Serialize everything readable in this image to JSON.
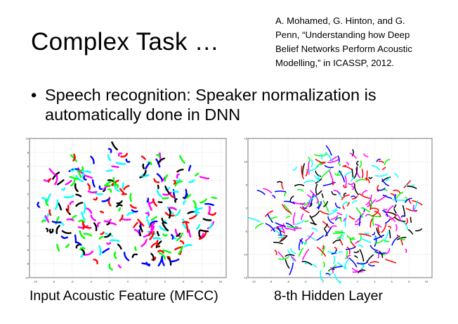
{
  "slide": {
    "title": "Complex Task …",
    "citation": [
      "A. Mohamed, G. Hinton, and G.",
      "Penn, “Understanding how Deep",
      "Belief Networks Perform Acoustic",
      "Modelling,” in ICASSP, 2012."
    ],
    "bullet": [
      "Speech recognition: Speaker normalization is",
      "automatically done in DNN"
    ],
    "bullet_marker": "•"
  },
  "figures": [
    {
      "caption": "Input Acoustic Feature (MFCC)",
      "xticks": [
        "-10",
        "-8",
        "-6",
        "-4",
        "-2",
        "0",
        "2",
        "4",
        "6",
        "8",
        "10"
      ],
      "yticks": [
        "10",
        "8",
        "6",
        "4",
        "2",
        "0",
        "-2",
        "-4",
        "-6",
        "-8",
        "-10"
      ]
    },
    {
      "caption": "8-th Hidden Layer",
      "xticks": [
        "-10",
        "-8",
        "-6",
        "-4",
        "-2",
        "0",
        "2",
        "4",
        "6",
        "8",
        "10"
      ],
      "yticks": [
        "15",
        "10",
        "5",
        "0",
        "-5",
        "-10",
        "-15"
      ]
    }
  ],
  "colors": [
    "#ff0000",
    "#0000ff",
    "#00ff00",
    "#ff00ff",
    "#00ffff",
    "#000000"
  ]
}
